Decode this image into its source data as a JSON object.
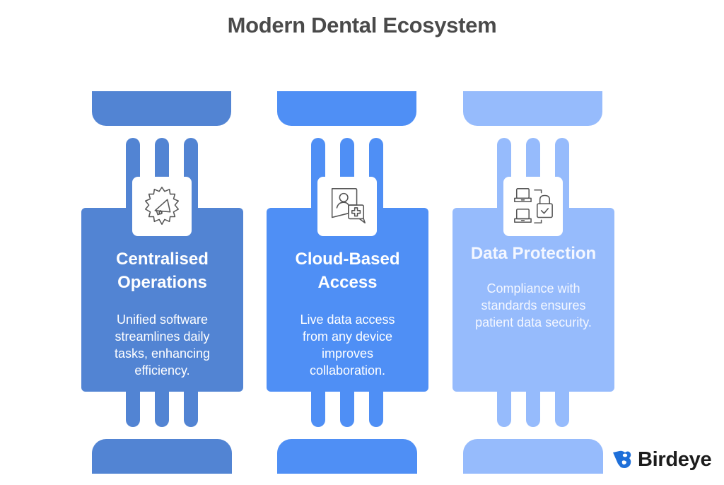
{
  "title": "Modern Dental Ecosystem",
  "pillars": [
    {
      "heading": "Centralised Operations",
      "heading_lines": [
        "Centralised",
        "Operations"
      ],
      "description": "Unified software streamlines daily tasks, enhancing efficiency.",
      "icon": "gear-megaphone-icon",
      "color": "#5284d3"
    },
    {
      "heading": "Cloud-Based Access",
      "heading_lines": [
        "Cloud-Based",
        "Access"
      ],
      "description": "Live data access from any device improves collaboration.",
      "icon": "user-chat-medical-icon",
      "color": "#4f8ff5"
    },
    {
      "heading": "Data Protection",
      "heading_lines": [
        "Data Protection"
      ],
      "description": "Compliance with standards ensures patient data security.",
      "icon": "laptops-lock-icon",
      "color": "#96bbfc"
    }
  ],
  "brand": {
    "name": "Birdeye",
    "logo_icon": "birdeye-logo-icon",
    "color": "#1e6fd9"
  }
}
